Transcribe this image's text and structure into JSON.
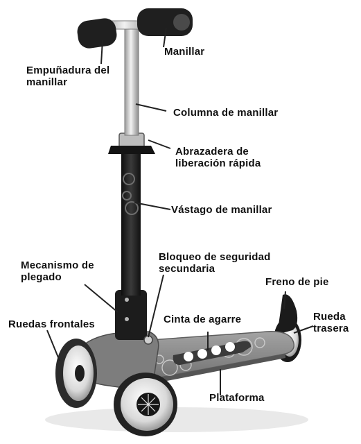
{
  "colors": {
    "text": "#111111",
    "leader": "#222222",
    "deck": "#8a8a8a",
    "grip": "#1c1c1c",
    "metal": "#c9c9c9",
    "wheel": "#d7d7d7"
  },
  "labels": {
    "manillar": "Manillar",
    "empunadura_1": "Empuñadura del",
    "empunadura_2": "manillar",
    "columna": "Columna de manillar",
    "abrazadera_1": "Abrazadera de",
    "abrazadera_2": "liberación rápida",
    "vastago": "Vástago de manillar",
    "bloqueo_1": "Bloqueo de seguridad",
    "bloqueo_2": "secundaria",
    "mecanismo_1": "Mecanismo de",
    "mecanismo_2": "plegado",
    "freno": "Freno de pie",
    "ruedas_frontales": "Ruedas frontales",
    "rueda_trasera_1": "Rueda",
    "rueda_trasera_2": "trasera",
    "cinta": "Cinta de agarre",
    "plataforma": "Plataforma"
  }
}
